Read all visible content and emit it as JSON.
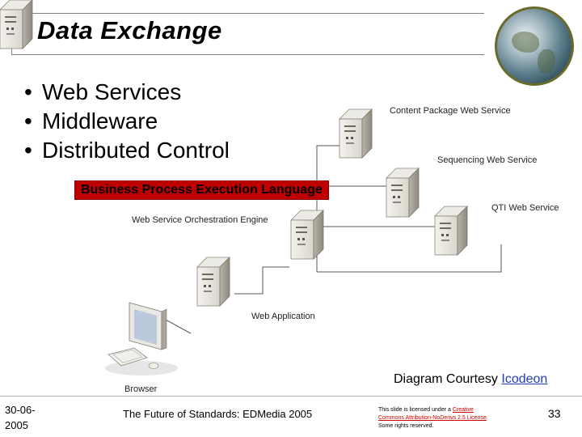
{
  "slide": {
    "title": "Data Exchange",
    "bullets": [
      "Web Services",
      "Middleware",
      "Distributed Control"
    ],
    "bpel_label": "Business Process Execution Language"
  },
  "diagram": {
    "labels": {
      "content_package": "Content Package Web Service",
      "sequencing": "Sequencing Web Service",
      "qti": "QTI Web Service",
      "orchestration": "Web Service Orchestration Engine",
      "web_application": "Web Application",
      "browser": "Browser"
    },
    "courtesy_prefix": "Diagram Courtesy",
    "courtesy_link": "Icodeon"
  },
  "footer": {
    "date": "30-06-2005",
    "presentation": "The Future of Standards: EDMedia 2005",
    "license_prefix": "This slide is licensed under a",
    "license_link": "Creative Commons Attribution-NoDerivs 2.5 License",
    "license_suffix": ". Some rights reserved.",
    "page_number": "33"
  },
  "colors": {
    "bpel_background": "#bf0000",
    "link": "#1f3fb7",
    "license_link": "#cc0000"
  },
  "icons": [
    "globe-icon",
    "server-icon",
    "computer-icon"
  ]
}
